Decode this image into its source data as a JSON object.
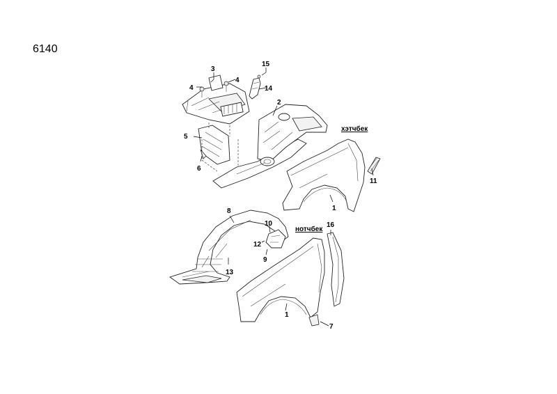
{
  "diagram": {
    "id": "6140",
    "variants": {
      "hatchback": "хэтчбек",
      "notchback": "нотчбек"
    },
    "callouts": [
      "1",
      "1",
      "2",
      "3",
      "4",
      "4",
      "5",
      "6",
      "7",
      "8",
      "9",
      "10",
      "11",
      "12",
      "13",
      "14",
      "15",
      "16"
    ]
  }
}
